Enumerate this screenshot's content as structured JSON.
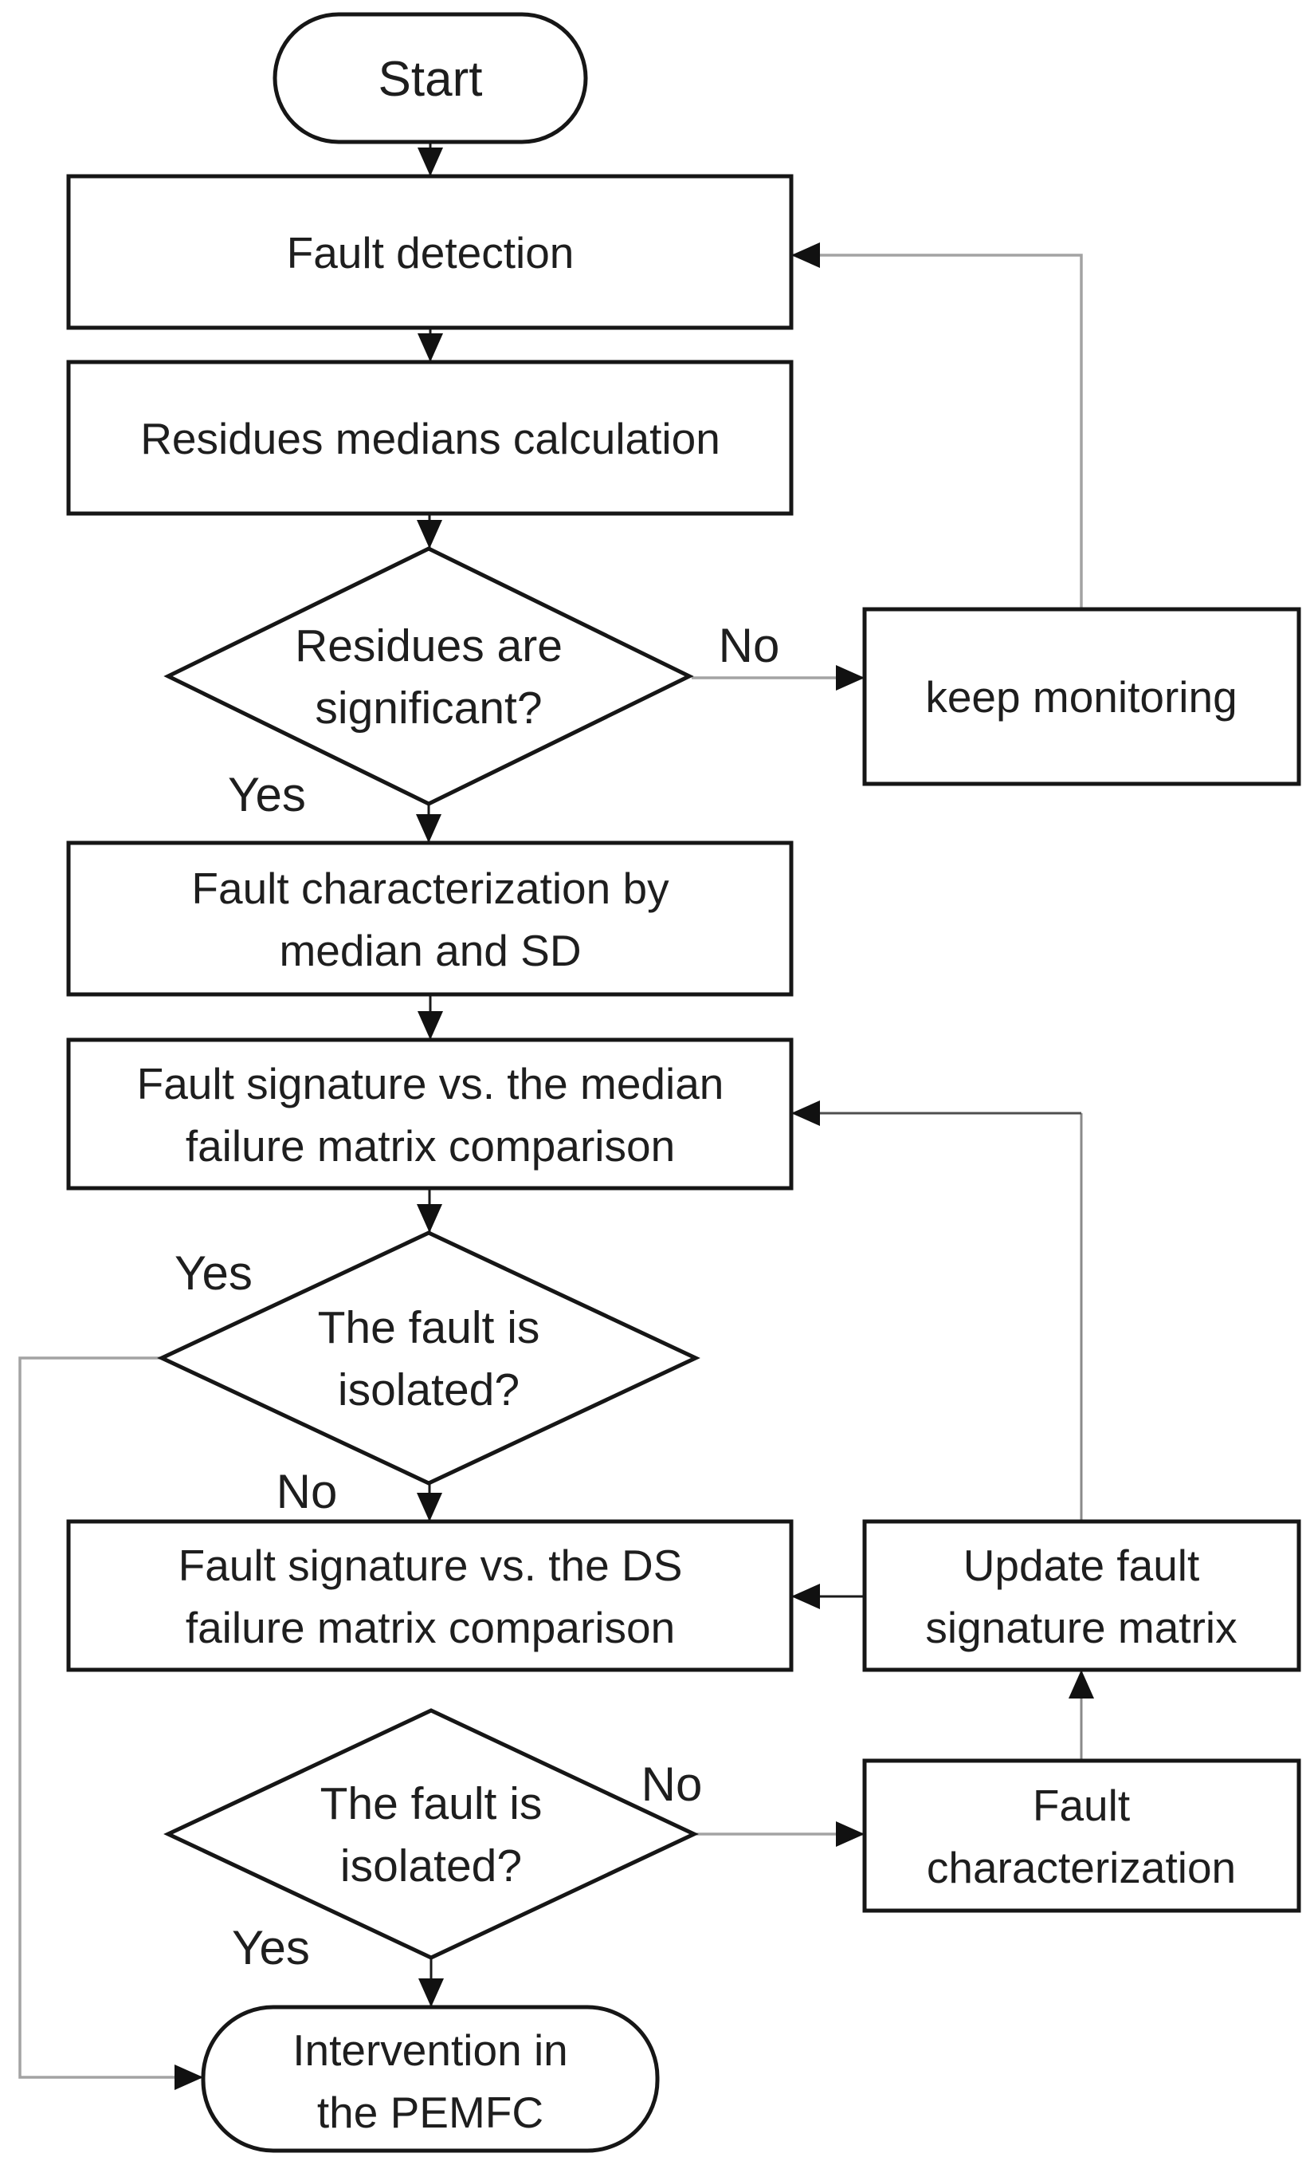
{
  "diagram": {
    "type": "flowchart",
    "description": "PEMFC fault detection and isolation procedure flowchart"
  },
  "colors": {
    "background": "#ffffff",
    "node_fill": "#ffffff",
    "node_border": "#161616",
    "text": "#1e1e1e",
    "connector_black": "#1a1a1a",
    "connector_gray": "#a3a3a3",
    "connector_dark_gray": "#4f4f4f",
    "arrowhead": "#111111"
  },
  "nodes": {
    "start": {
      "type": "terminator",
      "label": "Start"
    },
    "fault_detection": {
      "type": "process",
      "label": "Fault detection"
    },
    "residues_medians": {
      "type": "process",
      "label": "Residues medians calculation"
    },
    "residues_significant": {
      "type": "decision",
      "line1": "Residues are",
      "line2": "significant?"
    },
    "keep_monitoring": {
      "type": "process",
      "label": "keep monitoring"
    },
    "fault_char_median_sd": {
      "type": "process",
      "line1": "Fault characterization by",
      "line2": "median and SD"
    },
    "fault_sig_median": {
      "type": "process",
      "line1": "Fault signature vs. the median",
      "line2": "failure matrix comparison"
    },
    "fault_isolated_1": {
      "type": "decision",
      "line1": "The fault is",
      "line2": "isolated?"
    },
    "fault_sig_ds": {
      "type": "process",
      "line1": "Fault signature vs. the DS",
      "line2": "failure matrix comparison"
    },
    "update_fault_matrix": {
      "type": "process",
      "line1": "Update fault",
      "line2": "signature matrix"
    },
    "fault_isolated_2": {
      "type": "decision",
      "line1": "The fault is",
      "line2": "isolated?"
    },
    "fault_characterization": {
      "type": "process",
      "line1": "Fault",
      "line2": "characterization"
    },
    "intervention": {
      "type": "terminator",
      "line1": "Intervention in",
      "line2": "the PEMFC"
    }
  },
  "edge_labels": {
    "residues_no": "No",
    "residues_yes": "Yes",
    "isolated1_yes": "Yes",
    "isolated1_no": "No",
    "isolated2_no": "No",
    "isolated2_yes": "Yes"
  }
}
